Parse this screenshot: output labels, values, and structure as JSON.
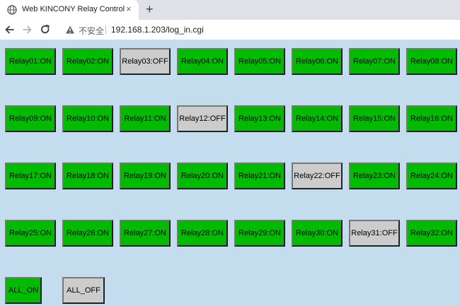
{
  "tab": {
    "title": "Web KINCONY Relay Control",
    "close_glyph": "×",
    "new_tab_glyph": "+"
  },
  "address": {
    "security_label": "不安全",
    "url": "192.168.1.203/log_in.cgi"
  },
  "colors": {
    "on": "#00bb00",
    "off": "#cccccc",
    "page_background": "#c3ddef"
  },
  "relays": [
    "Relay01:ON",
    "Relay02:ON",
    "Relay03:OFF",
    "Relay04:ON",
    "Relay05:ON",
    "Relay06:ON",
    "Relay07:ON",
    "Relay08:ON",
    "Relay09:ON",
    "Relay10:ON",
    "Relay11:ON",
    "Relay12:OFF",
    "Relay13:ON",
    "Relay14:ON",
    "Relay15:ON",
    "Relay16:ON",
    "Relay17:ON",
    "Relay18:ON",
    "Relay19:ON",
    "Relay20:ON",
    "Relay21:ON",
    "Relay22:OFF",
    "Relay23:ON",
    "Relay24:ON",
    "Relay25:ON",
    "Relay26:ON",
    "Relay27:ON",
    "Relay28:ON",
    "Relay29:ON",
    "Relay30:ON",
    "Relay31:OFF",
    "Relay32:ON"
  ],
  "controls": {
    "all_on": "ALL_ON",
    "all_off": "ALL_OFF"
  }
}
